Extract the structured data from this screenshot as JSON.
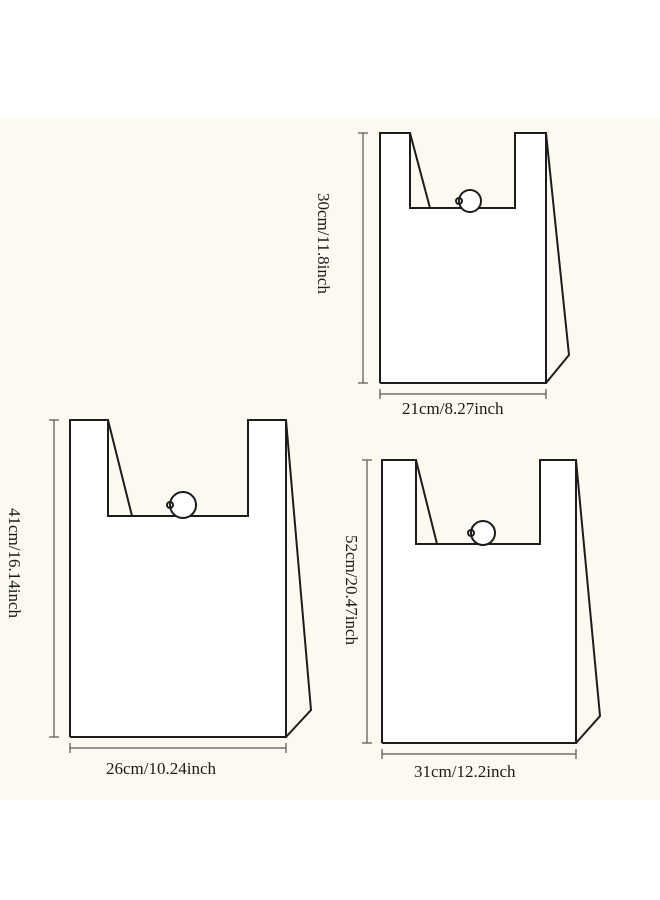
{
  "background_color": "#fbf9f0",
  "line_color": "#1c1c1c",
  "bags": [
    {
      "size": "small",
      "height_label": "30cm/11.8inch",
      "width_label": "21cm/8.27inch"
    },
    {
      "size": "medium",
      "height_label": "41cm/16.14inch",
      "width_label": "26cm/10.24inch"
    },
    {
      "size": "large",
      "height_label": "52cm/20.47inch",
      "width_label": "31cm/12.2inch"
    }
  ]
}
